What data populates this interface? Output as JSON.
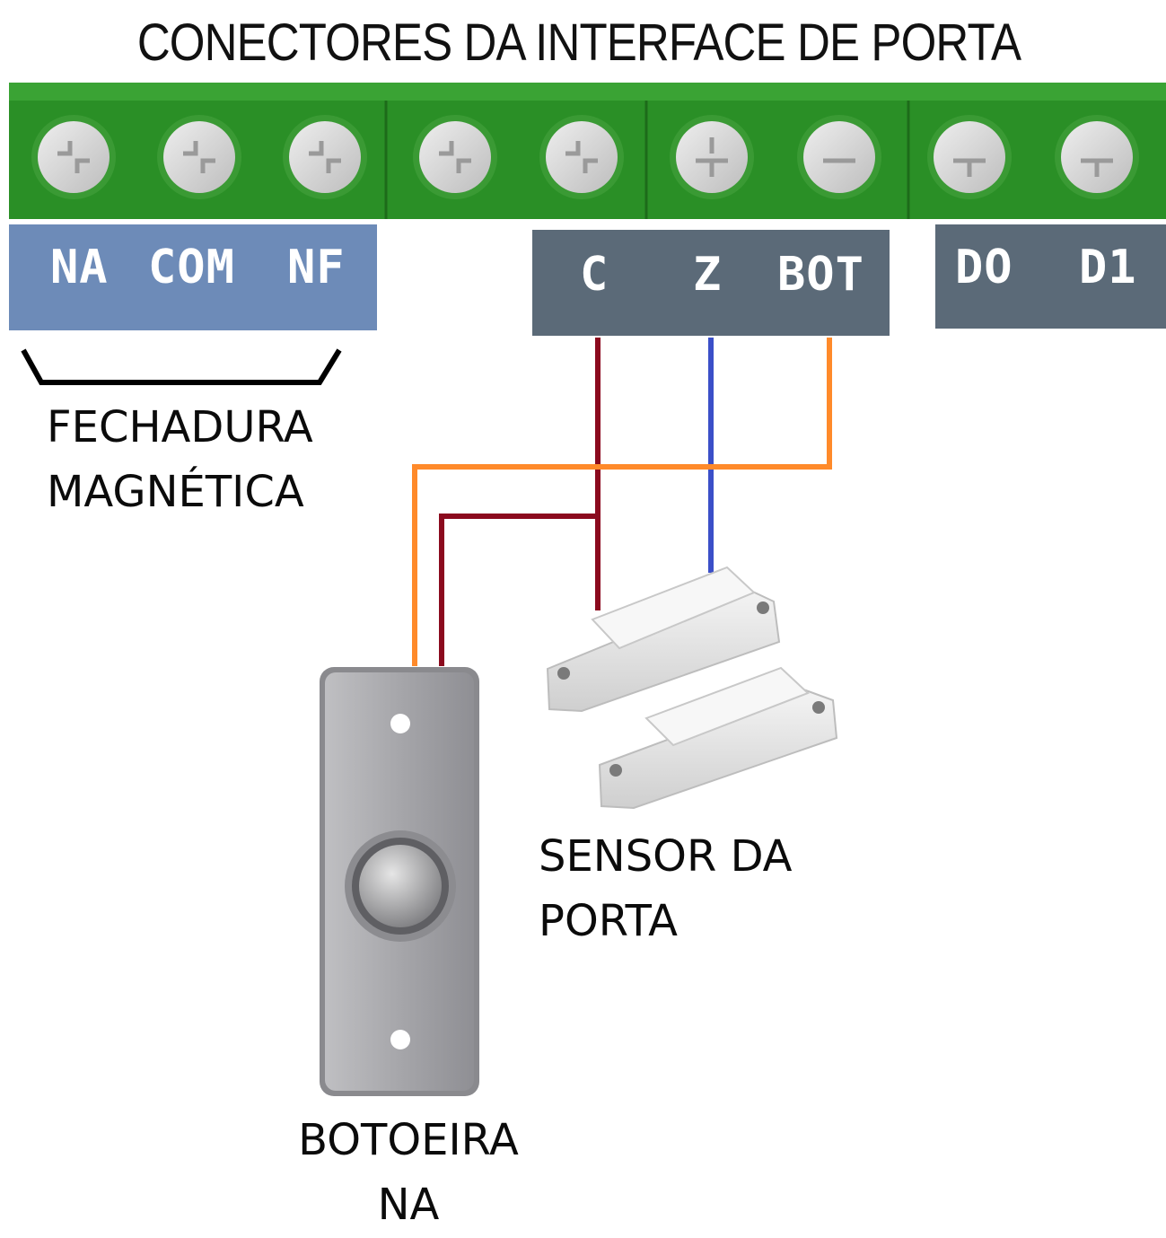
{
  "title": "CONECTORES DA INTERFACE DE PORTA",
  "terminals": {
    "lock": [
      "NA",
      "COM",
      "NF"
    ],
    "sensor": [
      "C",
      "Z",
      "BOT"
    ],
    "wiegand": [
      "DO",
      "D1"
    ]
  },
  "labels": {
    "lock": [
      "FECHADURA",
      "MAGNÉTICA"
    ],
    "sensor": [
      "SENSOR DA",
      "PORTA"
    ],
    "button": [
      "BOTOEIRA",
      "NA"
    ]
  },
  "colors": {
    "board_green": "#2a8f26",
    "lock_block": "#6d8bb8",
    "sensor_block": "#5b6a78",
    "wire_common": "#8b0a1e",
    "wire_zone": "#3b4fc8",
    "wire_button": "#ff8a2a"
  }
}
